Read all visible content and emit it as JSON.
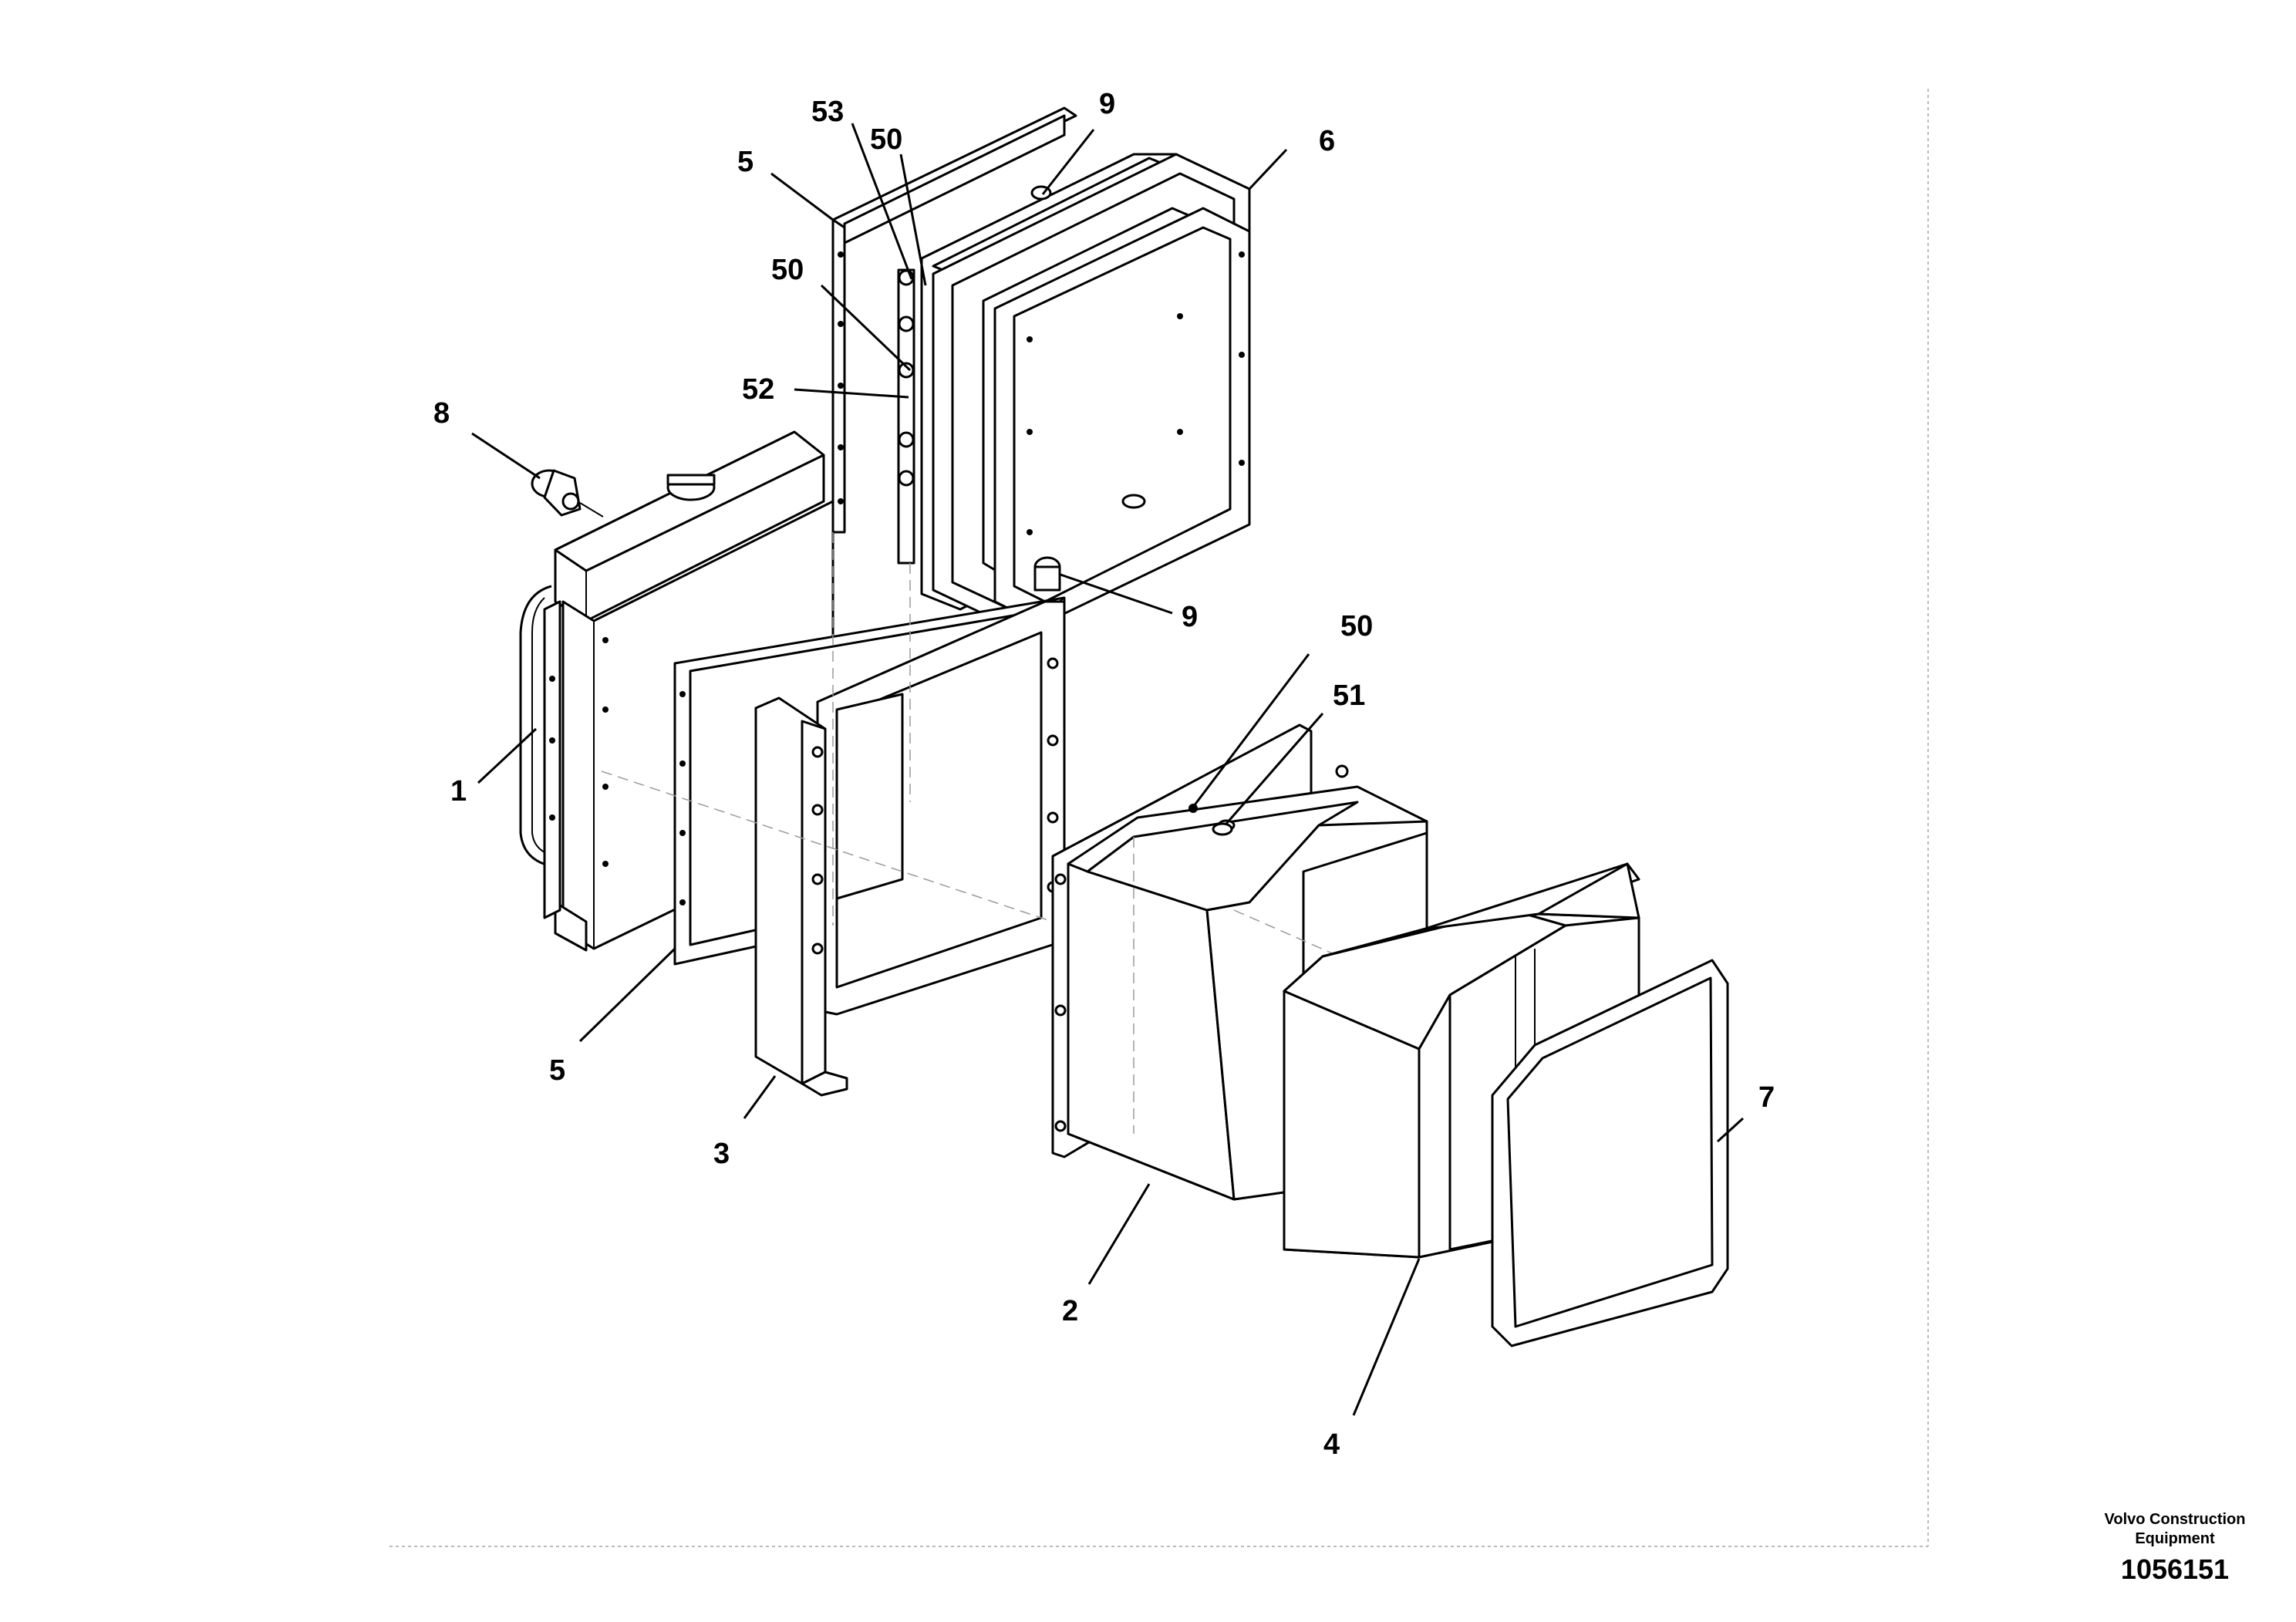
{
  "diagram": {
    "callouts": {
      "c53": "53",
      "c50a": "50",
      "c9a": "9",
      "c5a": "5",
      "c6": "6",
      "c50b": "50",
      "c52": "52",
      "c8": "8",
      "c9b": "9",
      "c50c": "50",
      "c51": "51",
      "c1": "1",
      "c5b": "5",
      "c3": "3",
      "c7": "7",
      "c2": "2",
      "c4": "4"
    }
  },
  "footer": {
    "company_line1": "Volvo Construction",
    "company_line2": "Equipment",
    "drawing_number": "1056151"
  }
}
